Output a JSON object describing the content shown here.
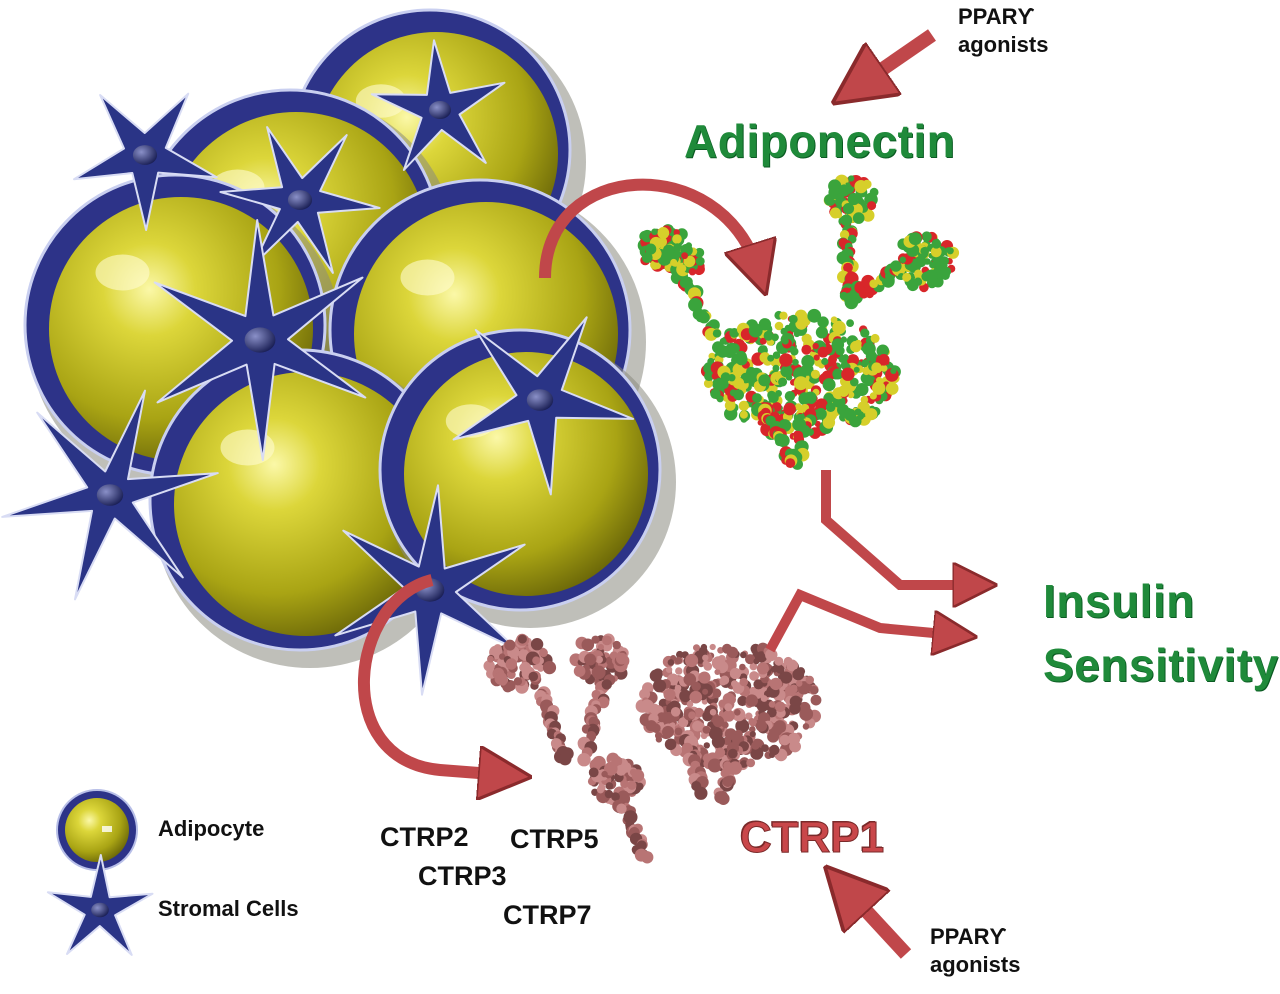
{
  "labels": {
    "ppar_top": {
      "line1": "PPARϒ",
      "line2": "agonists"
    },
    "ppar_bottom": {
      "line1": "PPARϒ",
      "line2": "agonists"
    },
    "adiponectin": "Adiponectin",
    "insulin_line1": "Insulin",
    "insulin_line2": "Sensitivity",
    "ctrp1": "CTRP1",
    "ctrp2": "CTRP2",
    "ctrp3": "CTRP3",
    "ctrp5": "CTRP5",
    "ctrp7": "CTRP7"
  },
  "legend": {
    "adipocyte": "Adipocyte",
    "stromal": "Stromal Cells"
  },
  "colors": {
    "green_text": "#1f8a3a",
    "ctrp1_text": "#c9474a",
    "arrow": "#c0474a",
    "adipocyte_fill": "#c9c41c",
    "adipocyte_ring": "#2d3388",
    "stromal": "#2a3486",
    "protein_red": "#d8262a",
    "protein_green": "#3aa43c",
    "protein_yellow": "#d6cf2a",
    "ctrp_protein": "#9a5a5a"
  }
}
